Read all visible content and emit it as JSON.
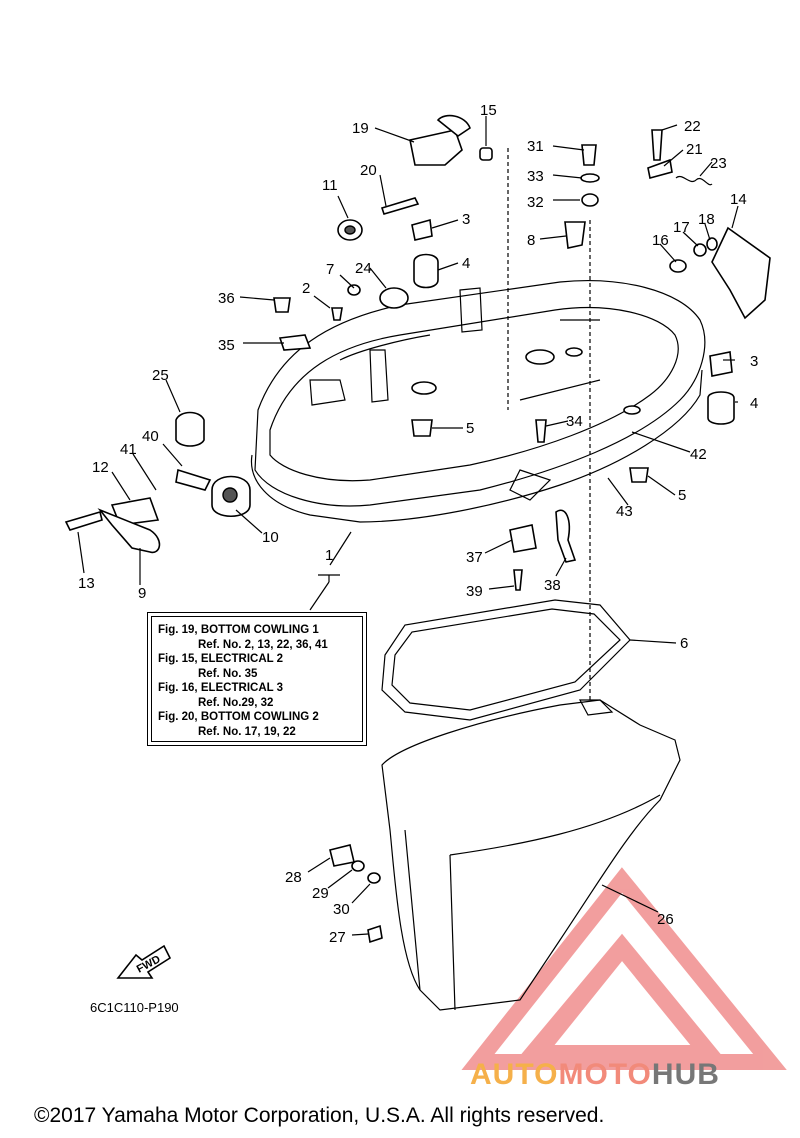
{
  "callouts": [
    "1",
    "2",
    "3",
    "3",
    "4",
    "4",
    "5",
    "5",
    "6",
    "7",
    "8",
    "9",
    "10",
    "11",
    "12",
    "13",
    "14",
    "15",
    "16",
    "17",
    "18",
    "19",
    "20",
    "21",
    "22",
    "23",
    "24",
    "25",
    "26",
    "27",
    "28",
    "29",
    "30",
    "31",
    "32",
    "33",
    "34",
    "35",
    "36",
    "37",
    "38",
    "39",
    "40",
    "41",
    "42",
    "43"
  ],
  "reference_box": {
    "lines": [
      {
        "text": "Fig. 19, BOTTOM COWLING 1",
        "indent": false
      },
      {
        "text": "Ref. No. 2, 13, 22, 36, 41",
        "indent": true
      },
      {
        "text": "Fig. 15, ELECTRICAL 2",
        "indent": false
      },
      {
        "text": "Ref. No. 35",
        "indent": true
      },
      {
        "text": "Fig. 16, ELECTRICAL 3",
        "indent": false
      },
      {
        "text": "Ref. No.29, 32",
        "indent": true
      },
      {
        "text": "Fig. 20, BOTTOM COWLING 2",
        "indent": false
      },
      {
        "text": "Ref. No. 17, 19, 22",
        "indent": true
      }
    ]
  },
  "fwd_label": "FWD",
  "part_code": "6C1C110-P190",
  "copyright": "©2017 Yamaha Motor Corporation, U.S.A. All rights reserved.",
  "watermark": {
    "part1": "AUTO",
    "part2": "MOTO",
    "part3": "HUB"
  },
  "colors": {
    "watermark_red": "#e8504f",
    "watermark_orange": "#f5b04a",
    "watermark_grey": "#777777"
  }
}
